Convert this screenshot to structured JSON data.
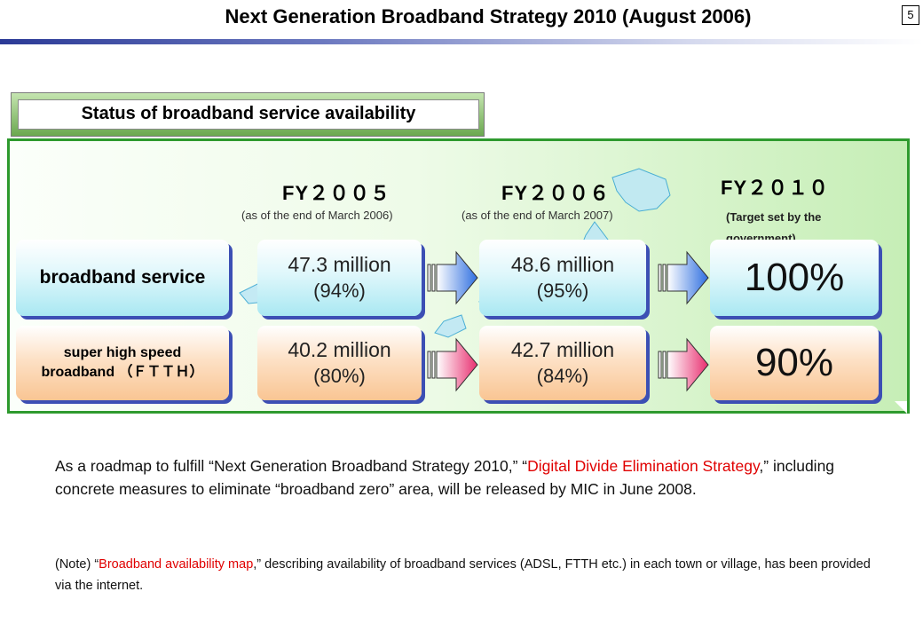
{
  "title": "Next Generation Broadband Strategy 2010 (August 2006)",
  "page_number": "5",
  "status_label": "Status of broadband service availability",
  "columns": [
    {
      "year": "FY２００５",
      "note": "(as of the end of March 2006)"
    },
    {
      "year": "FY２００６",
      "note": "(as of the end of March 2007)"
    },
    {
      "year": "FY２０１０",
      "note": "(Target set by the government)"
    }
  ],
  "rows": [
    {
      "label": "broadband service",
      "fy2005": {
        "value": "47.3 million",
        "pct": "(94%)"
      },
      "fy2006": {
        "value": "48.6 million",
        "pct": "(95%)"
      },
      "fy2010": "100%"
    },
    {
      "label": "super high speed broadband （ＦＴＴＨ）",
      "fy2005": {
        "value": "40.2 million",
        "pct": "(80%)"
      },
      "fy2006": {
        "value": "42.7 million",
        "pct": "(84%)"
      },
      "fy2010": "90%"
    }
  ],
  "roadmap": {
    "part1": "As a roadmap to fulfill “Next Generation Broadband Strategy 2010,” “",
    "highlight": "Digital Divide Elimination Strategy",
    "part2": ",” including concrete measures to eliminate “broadband zero” area, will be released by MIC in June 2008."
  },
  "note": {
    "part1": "(Note) “",
    "highlight": "Broadband availability map",
    "part2": ",” describing availability of broadband services (ADSL, FTTH etc.) in each town or village, has been provided via the internet."
  },
  "colors": {
    "panel_border": "#2e9a2e",
    "blue_arrow": "#2f6fe0",
    "pink_arrow": "#e83070",
    "highlight_text": "#e00000",
    "title_rule": "#2b3a96"
  }
}
